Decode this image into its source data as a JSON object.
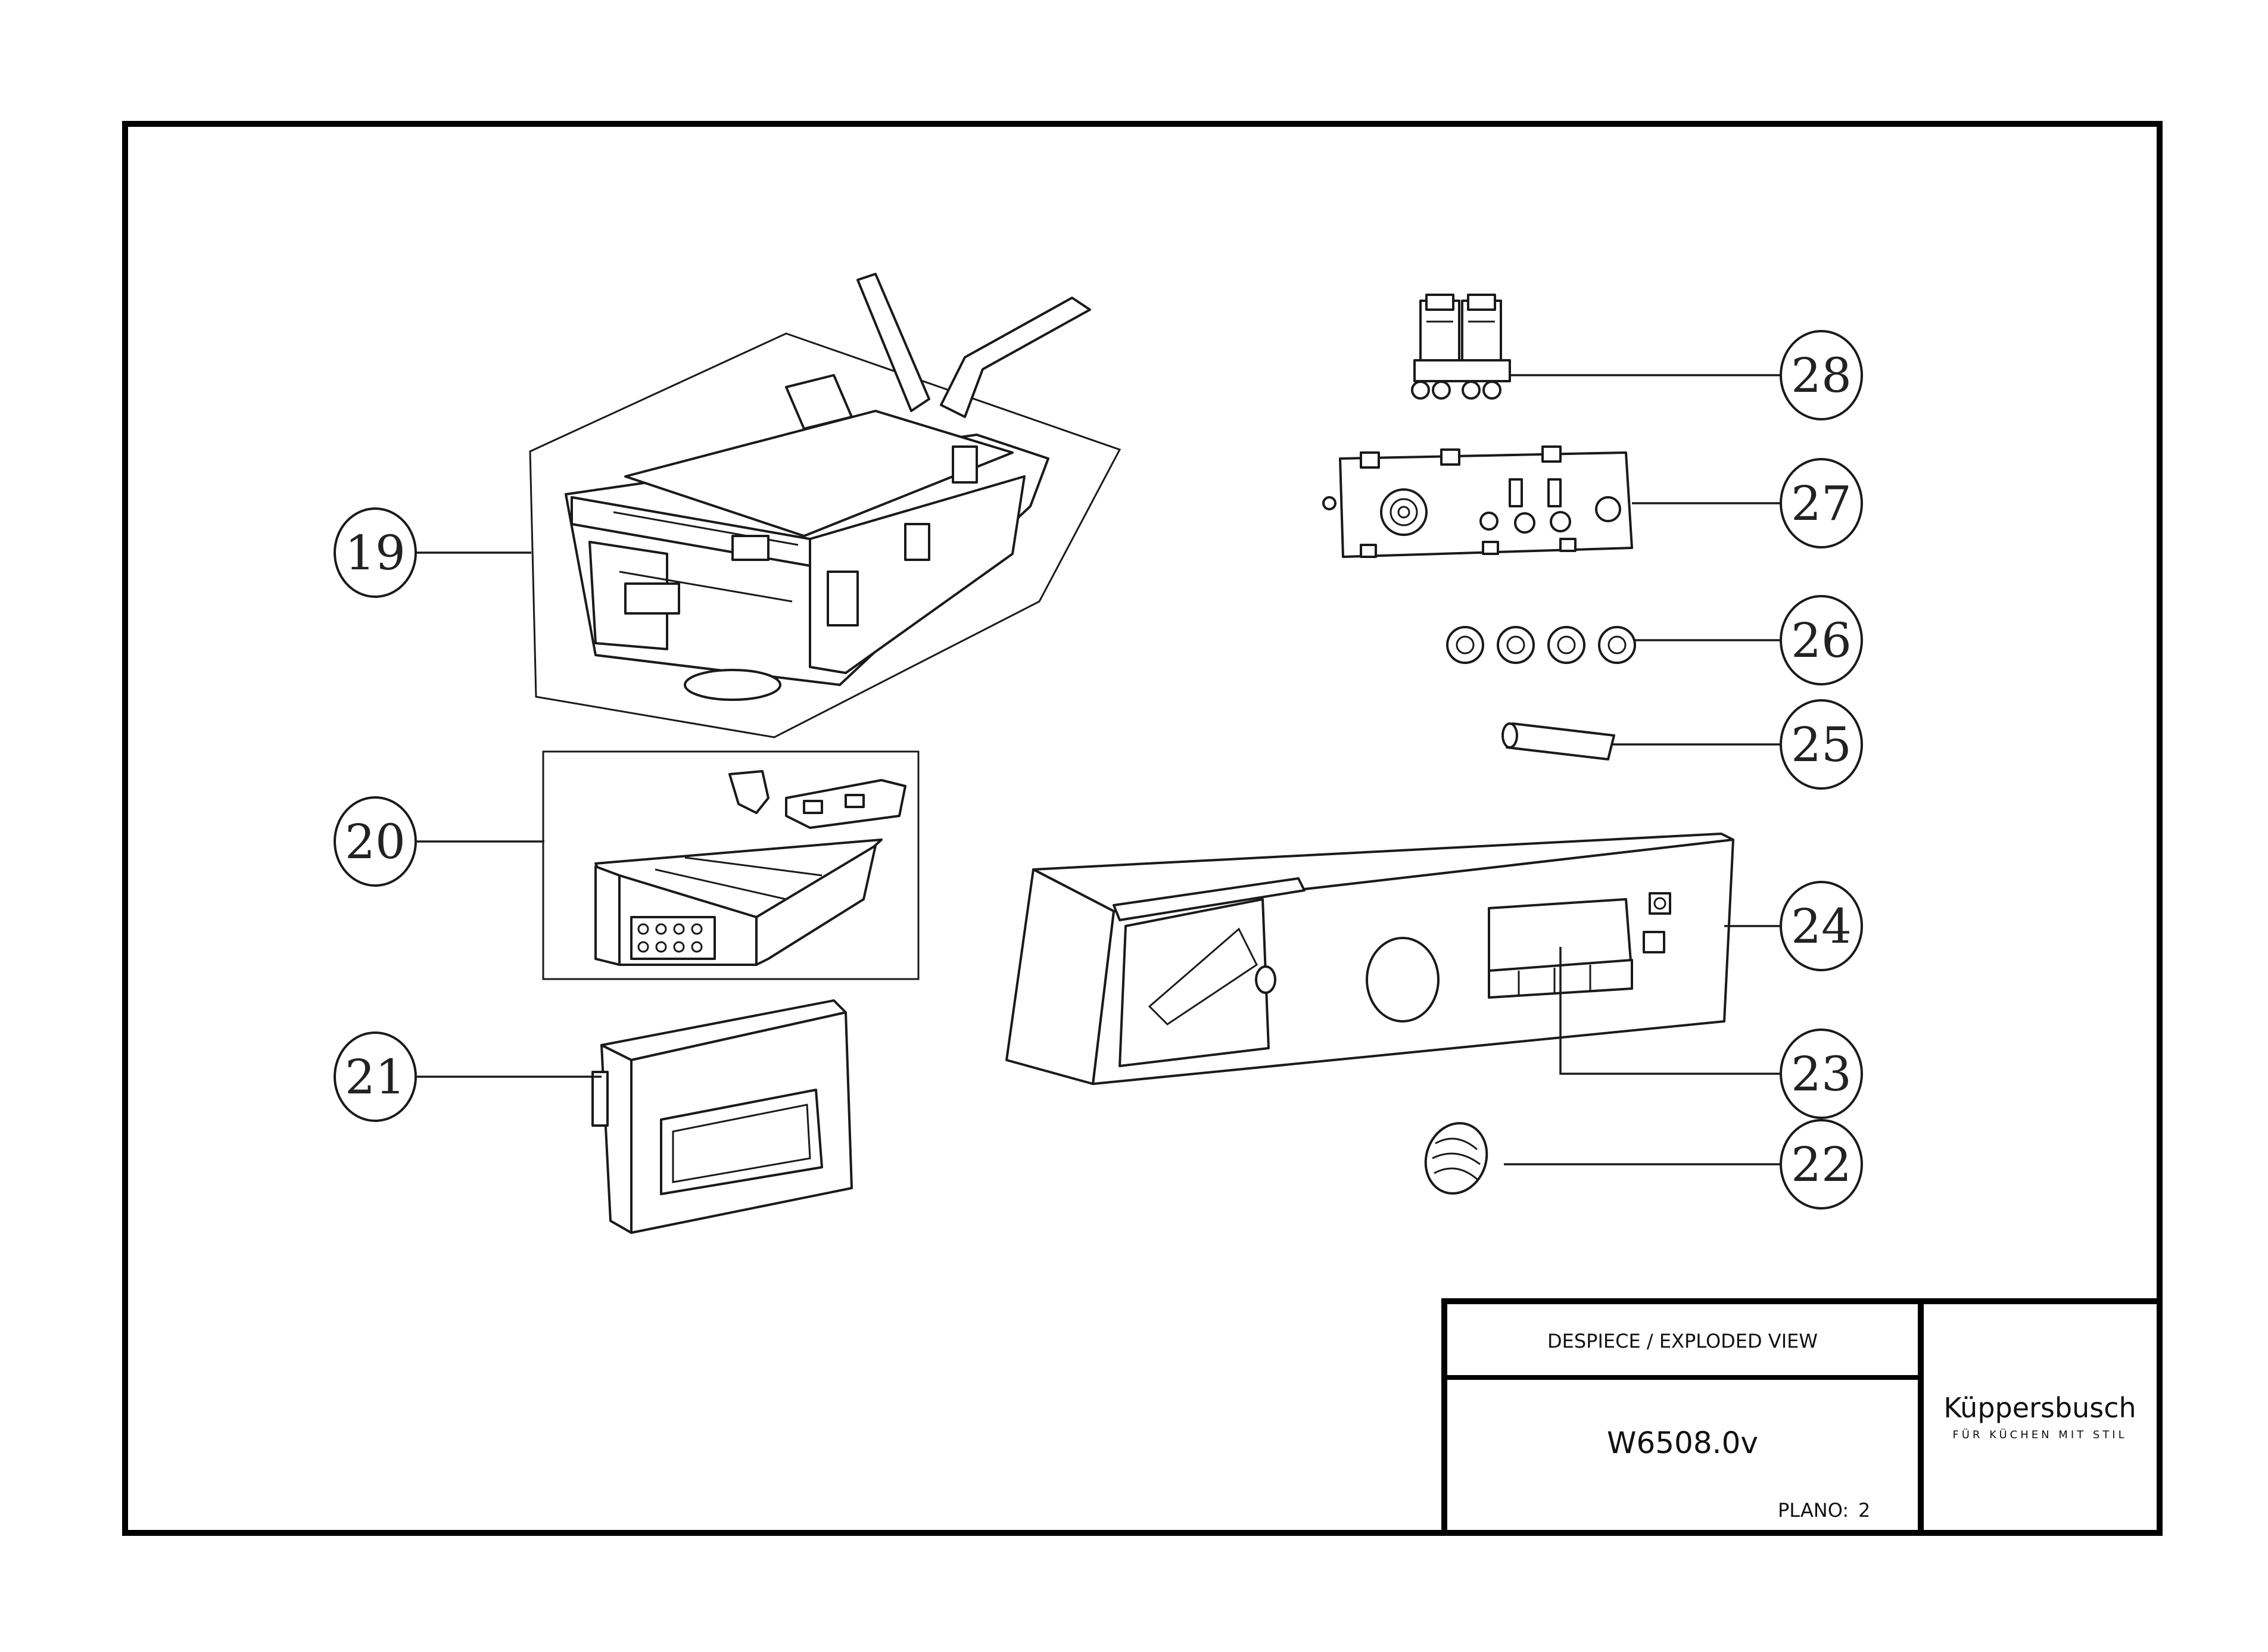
{
  "callouts": {
    "c19": "19",
    "c20": "20",
    "c21": "21",
    "c22": "22",
    "c23": "23",
    "c24": "24",
    "c25": "25",
    "c26": "26",
    "c27": "27",
    "c28": "28"
  },
  "title_block": {
    "view_title": "DESPIECE / EXPLODED VIEW",
    "model": "W6508.0v",
    "plano_label": "PLANO:",
    "plano_number": "2"
  },
  "brand": {
    "name": "Küppersbusch",
    "tagline": "FÜR KÜCHEN MIT STIL"
  }
}
